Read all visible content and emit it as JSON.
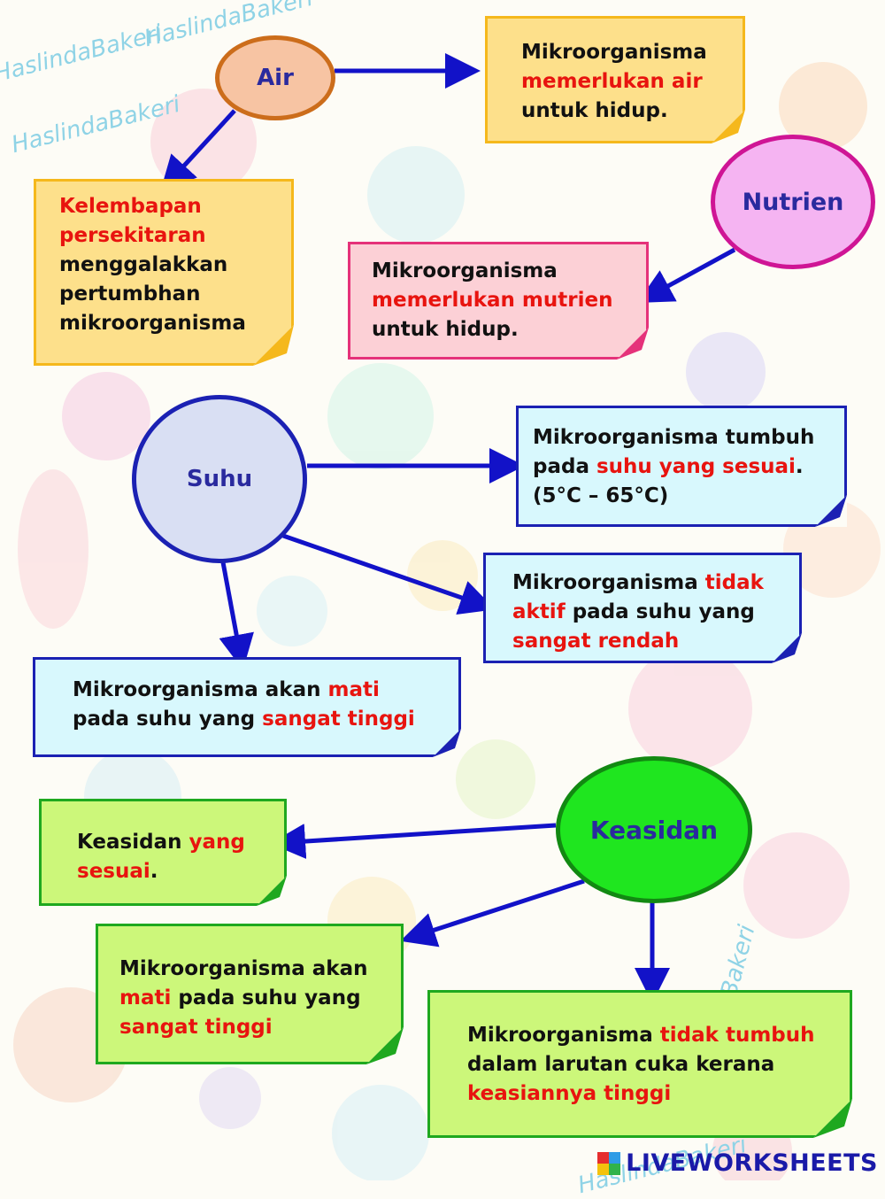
{
  "watermark": "HaslindaBakeri",
  "factors": [
    {
      "id": "air",
      "label": "Air",
      "fill": "#f7c4a3",
      "border": "#cc6d1b"
    },
    {
      "id": "nutrien",
      "label": "Nutrien",
      "fill": "#f5b4f2",
      "border": "#cf1595"
    },
    {
      "id": "suhu",
      "label": "Suhu",
      "fill": "#d9dff3",
      "border": "#1b21b3"
    },
    {
      "id": "keasidan",
      "label": "Keasidan",
      "fill": "#1fe61f",
      "border": "#128912"
    }
  ],
  "notes": {
    "air_1": [
      "Mikroorganisma",
      "memerlukan air",
      "untuk hidup."
    ],
    "air_2": [
      "Kelembapan",
      "persekitaran",
      "menggalakkan",
      "pertumbhan",
      "mikroorganisma"
    ],
    "nutrien_1": [
      "Mikroorganisma",
      "memerlukan mutrien",
      "untuk hidup."
    ],
    "suhu_1": [
      "Mikroorganisma tumbuh",
      "pada ",
      "suhu yang sesuai",
      ".",
      "(5°C – 65°C)"
    ],
    "suhu_2": [
      "Mikroorganisma ",
      "tidak",
      "aktif",
      " pada suhu yang",
      "sangat rendah"
    ],
    "suhu_3": [
      "Mikroorganisma akan ",
      "mati",
      "pada suhu yang ",
      "sangat tinggi"
    ],
    "keasidan_1": [
      "Keasidan ",
      "yang",
      "sesuai",
      "."
    ],
    "keasidan_2": [
      "Mikroorganisma akan",
      "mati",
      " pada suhu yang",
      "sangat tinggi"
    ],
    "keasidan_3": [
      "Mikroorganisma ",
      "tidak tumbuh",
      "dalam larutan cuka kerana",
      "keasiannya tinggi"
    ]
  },
  "colors": {
    "arrow": "#1212c8",
    "highlight": "#e8140f",
    "yellow_note": "#fde08b",
    "yellow_border": "#f5b81c",
    "pink_note": "#fcd0d6",
    "pink_border": "#e5327a",
    "blue_note": "#d8f8fd",
    "blue_border": "#1b21b3",
    "green_note": "#ccf77a",
    "green_border": "#1fa81f"
  },
  "footer": {
    "brand": "LIVEWORKSHEETS"
  }
}
